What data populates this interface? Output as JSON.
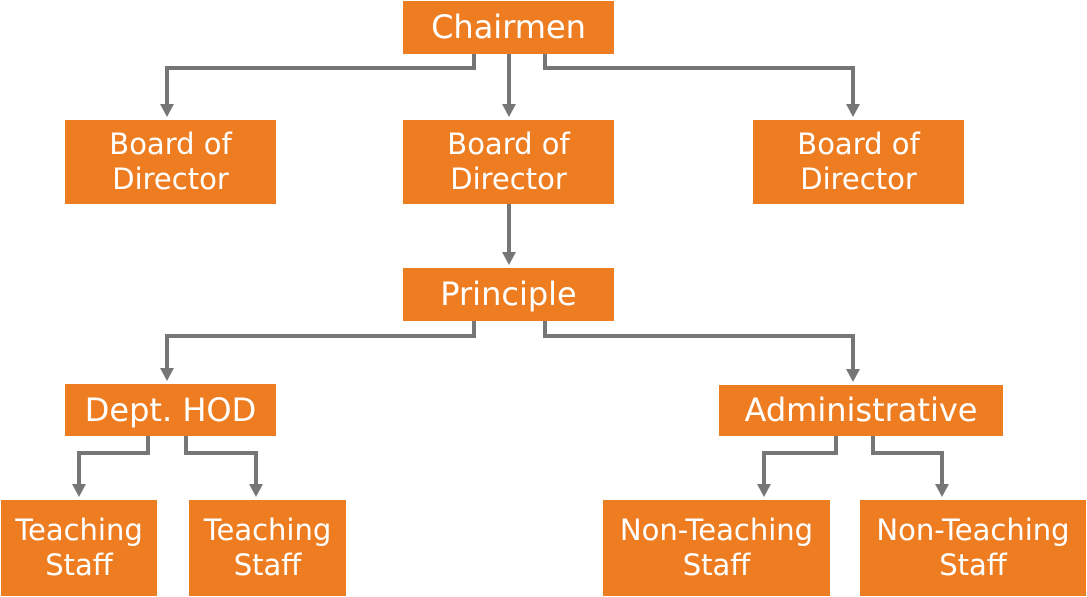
{
  "colors": {
    "box_fill": "#ee7d22",
    "connector": "#767676",
    "text": "#ffffff"
  },
  "nodes": {
    "chairmen": {
      "label": "Chairmen"
    },
    "board_1": {
      "line1": "Board of",
      "line2": "Director"
    },
    "board_2": {
      "line1": "Board of",
      "line2": "Director"
    },
    "board_3": {
      "line1": "Board of",
      "line2": "Director"
    },
    "principle": {
      "label": "Principle"
    },
    "hod": {
      "label": "Dept. HOD"
    },
    "administrative": {
      "label": "Administrative"
    },
    "teaching_1": {
      "line1": "Teaching",
      "line2": "Staff"
    },
    "teaching_2": {
      "line1": "Teaching",
      "line2": "Staff"
    },
    "non_teaching_1": {
      "line1": "Non-Teaching",
      "line2": "Staff"
    },
    "non_teaching_2": {
      "line1": "Non-Teaching",
      "line2": "Staff"
    }
  },
  "edges": [
    {
      "from": "chairmen",
      "to": "board_1"
    },
    {
      "from": "chairmen",
      "to": "board_2"
    },
    {
      "from": "chairmen",
      "to": "board_3"
    },
    {
      "from": "board_2",
      "to": "principle"
    },
    {
      "from": "principle",
      "to": "hod"
    },
    {
      "from": "principle",
      "to": "administrative"
    },
    {
      "from": "hod",
      "to": "teaching_1"
    },
    {
      "from": "hod",
      "to": "teaching_2"
    },
    {
      "from": "administrative",
      "to": "non_teaching_1"
    },
    {
      "from": "administrative",
      "to": "non_teaching_2"
    }
  ]
}
